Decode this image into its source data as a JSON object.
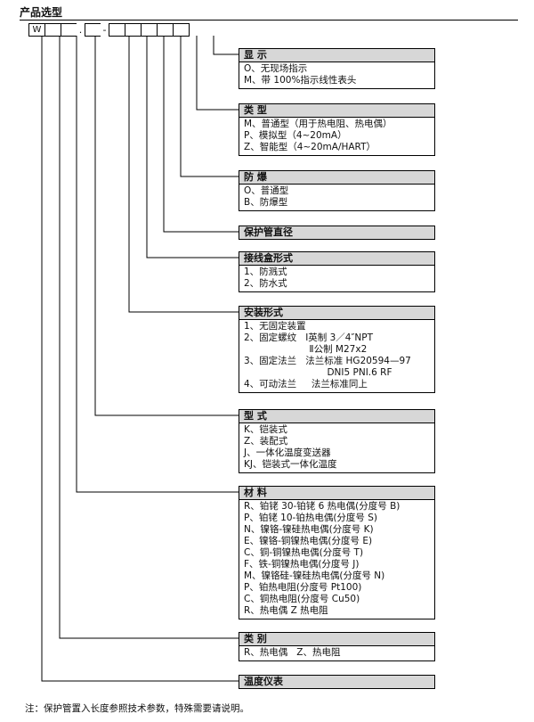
{
  "title": "产品选型",
  "code_prefix": "W",
  "code_separators": [
    ".",
    "-"
  ],
  "sections": [
    {
      "id": "display",
      "title": "显    示",
      "items": [
        "O、无现场指示",
        "M、带 100%指示线性表头"
      ]
    },
    {
      "id": "type",
      "title": "类    型",
      "items": [
        "M、普通型（用于热电阻、热电偶）",
        "P、模拟型（4~20mA）",
        "Z、智能型（4~20mA/HART）"
      ]
    },
    {
      "id": "explosion",
      "title": "防    爆",
      "items": [
        "O、普通型",
        "B、防爆型"
      ]
    },
    {
      "id": "tube",
      "title": "保护管直径",
      "items": []
    },
    {
      "id": "junction",
      "title": "接线盒形式",
      "items": [
        "1、防溅式",
        "2、防水式"
      ]
    },
    {
      "id": "install",
      "title": "安装形式",
      "items": [
        "1、无固定装置",
        "2、固定螺纹   Ⅰ英制 3／4″NPT",
        "                      Ⅱ公制 M27x2",
        "3、固定法兰   法兰标准 HG20594—97",
        "                            DNI5 PNI.6 RF",
        "4、可动法兰     法兰标准同上"
      ]
    },
    {
      "id": "model",
      "title": "型    式",
      "items": [
        "K、铠装式",
        "Z、装配式",
        "J、一体化温度变送器",
        "KJ、铠装式一体化温度"
      ]
    },
    {
      "id": "material",
      "title": "材    料",
      "items": [
        "R、铂铑 30-铂铑 6 热电偶(分度号 B)",
        "P、铂铑 10-铂热电偶(分度号 S)",
        "N、镍铬-镍硅热电偶(分度号 K)",
        "E、镍铬-铜镍热电偶(分度号 E)",
        "C、铜-铜镍热电偶(分度号 T)",
        "F、铁-铜镍热电偶(分度号 J)",
        "M、镍铬硅-镍硅热电偶(分度号 N)",
        "P、铂热电阻(分度号 Pt100)",
        "C、铜热电阻(分度号 Cu50)",
        "R、热电偶 Z 热电阻"
      ]
    },
    {
      "id": "category",
      "title": "类    别",
      "items": [
        "R、热电偶   Z、热电阻"
      ]
    },
    {
      "id": "instrument",
      "title": "温度仪表",
      "items": []
    }
  ],
  "note": "注：保护管置入长度参照技术参数，特殊需要请说明。"
}
